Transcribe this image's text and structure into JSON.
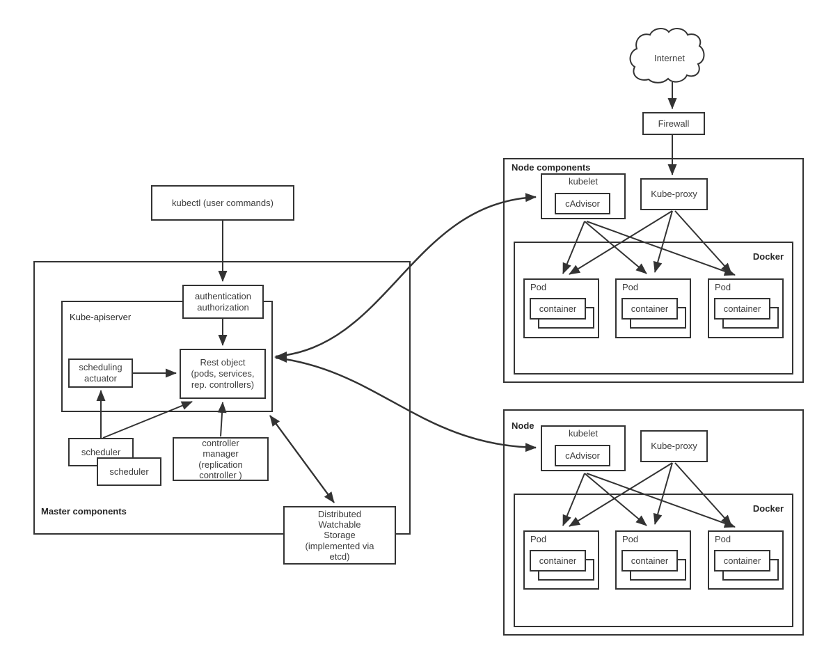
{
  "internet": {
    "label": "Internet"
  },
  "firewall": {
    "label": "Firewall"
  },
  "kubectl": {
    "label": "kubectl (user commands)"
  },
  "master": {
    "frame_label": "Master components",
    "apiserver_label": "Kube-apiserver",
    "auth_label": "authentication\nauthorization",
    "scheduling_actuator_label": "scheduling\nactuator",
    "rest_object_label": "Rest object\n(pods, services,\nrep. controllers)",
    "scheduler_back_label": "scheduler",
    "scheduler_front_label": "scheduler",
    "controller_manager_label": "controller\nmanager\n(replication\ncontroller )"
  },
  "storage": {
    "label": "Distributed\nWatchable\nStorage\n(implemented via\netcd)"
  },
  "node_components": {
    "frame_label": "Node components",
    "kubelet_label": "kubelet",
    "cadvisor_label": "cAdvisor",
    "kube_proxy_label": "Kube-proxy",
    "docker_label": "Docker",
    "pods": [
      {
        "label": "Pod",
        "container": "container"
      },
      {
        "label": "Pod",
        "container": "container"
      },
      {
        "label": "Pod",
        "container": "container"
      }
    ]
  },
  "node": {
    "frame_label": "Node",
    "kubelet_label": "kubelet",
    "cadvisor_label": "cAdvisor",
    "kube_proxy_label": "Kube-proxy",
    "docker_label": "Docker",
    "pods": [
      {
        "label": "Pod",
        "container": "container"
      },
      {
        "label": "Pod",
        "container": "container"
      },
      {
        "label": "Pod",
        "container": "container"
      }
    ]
  },
  "colors": {
    "line": "#333333",
    "background": "#ffffff",
    "text": "#3c3c3c"
  }
}
